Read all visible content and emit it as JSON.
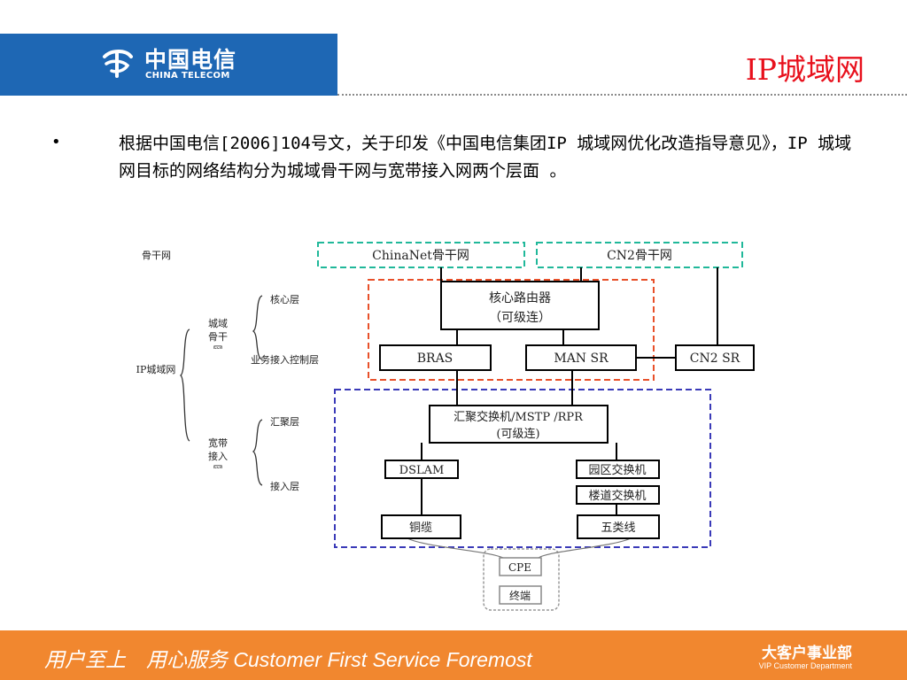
{
  "header": {
    "logo_cn": "中国电信",
    "logo_en": "CHINA TELECOM",
    "logo_icon": "china-telecom-logo-icon",
    "title": "IP城域网"
  },
  "content": {
    "bullet": "•",
    "text": "根据中国电信[2006]104号文，关于印发《中国电信集团IP 城域网优化改造指导意见》，IP 城域网目标的网络结构分为城域骨干网与宽带接入网两个层面 。"
  },
  "tree": {
    "top": "骨干网",
    "root": "IP城域网",
    "metro_backbone": "城域骨干网",
    "core_layer": "核心层",
    "service_control_layer": "业务接入控制层",
    "broadband_access": "宽带接入网",
    "aggregation_layer": "汇聚层",
    "access_layer": "接入层"
  },
  "nodes": {
    "chinanet": "ChinaNet骨干网",
    "cn2_backbone": "CN2骨干网",
    "core_router": "核心路由器",
    "core_router_note": "（可级连）",
    "bras": "BRAS",
    "man_sr": "MAN SR",
    "cn2_sr": "CN2 SR",
    "aggregation_switch": "汇聚交换机/MSTP /RPR",
    "aggregation_note": "(可级连)",
    "dslam": "DSLAM",
    "campus_switch": "园区交换机",
    "building_switch": "楼道交换机",
    "copper": "铜缆",
    "cat5": "五类线",
    "cpe": "CPE",
    "terminal": "终端"
  },
  "colors": {
    "brand_blue": "#1e67b4",
    "title_red": "#e8101c",
    "footer_orange": "#f1872f",
    "backbone_dash": "#20b89a",
    "metro_dash": "#e8502a",
    "access_dash": "#3a3ab8"
  },
  "footer": {
    "slogan": "用户至上　用心服务 Customer First Service Foremost",
    "dept_cn": "大客户事业部",
    "dept_en": "VIP Customer Department"
  }
}
